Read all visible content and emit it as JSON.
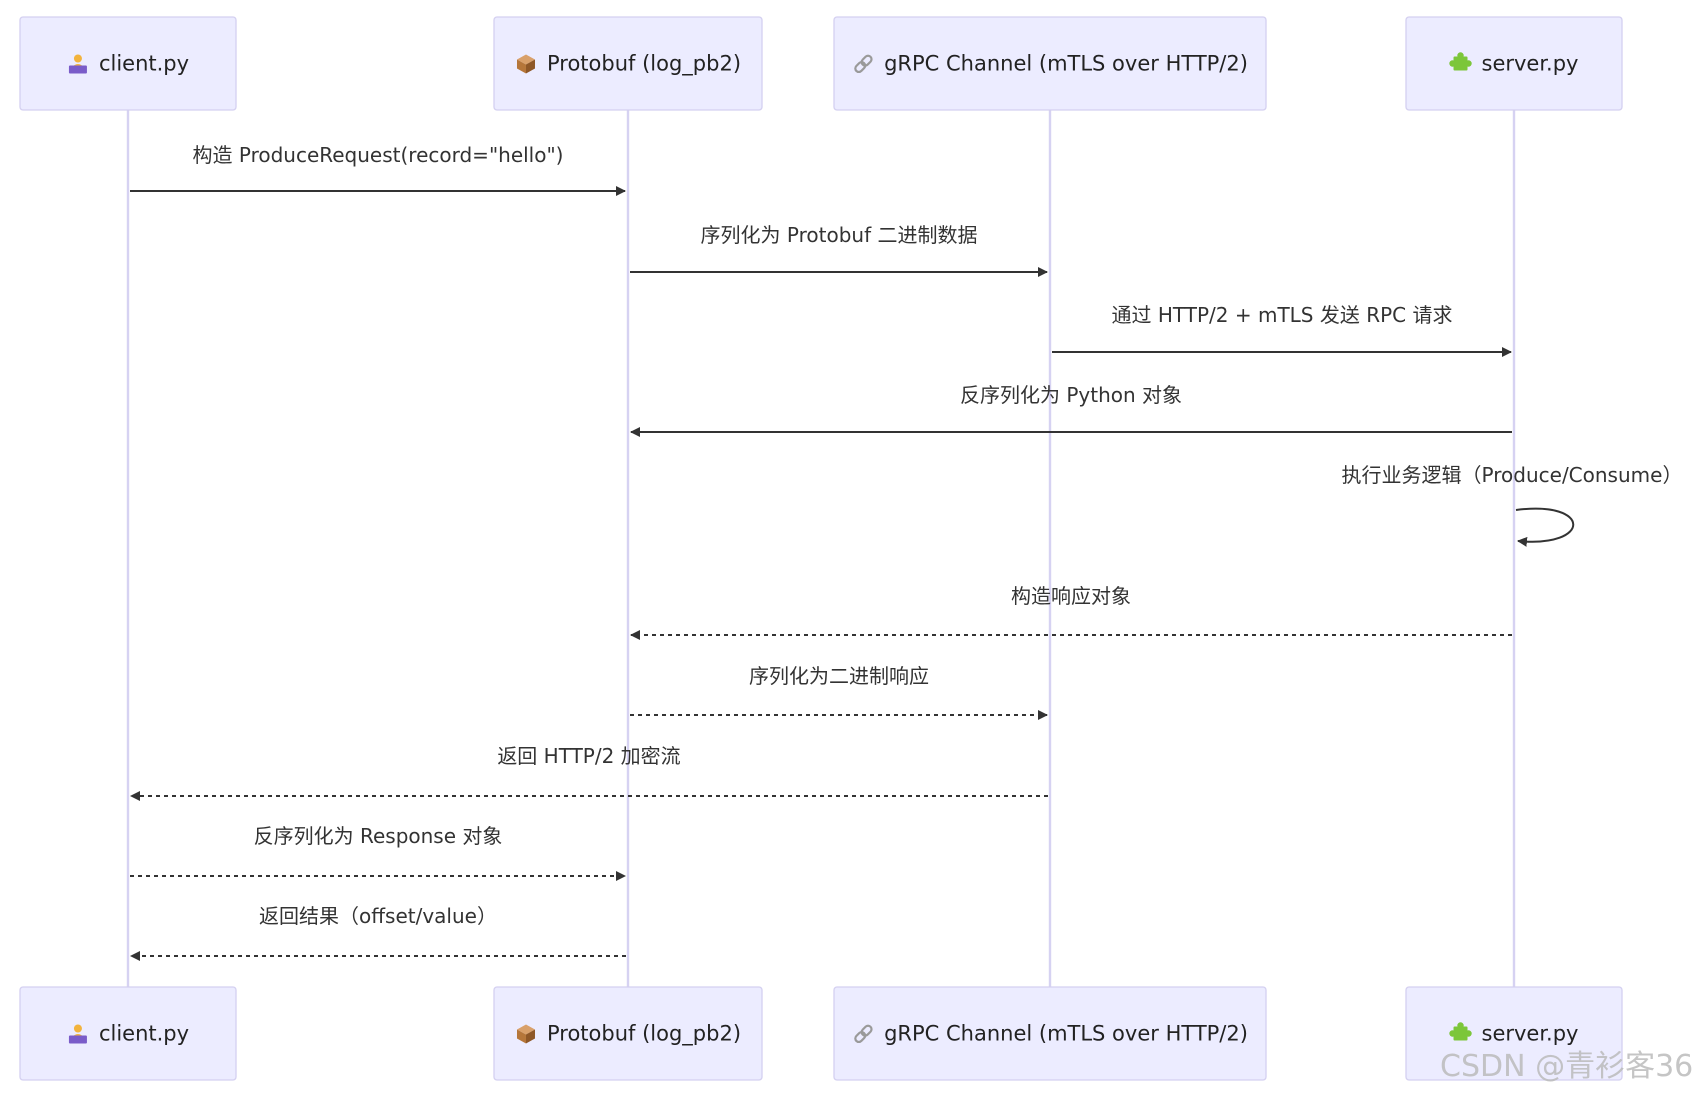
{
  "participants": [
    {
      "label": "client.py",
      "icon": "person-laptop-icon",
      "color": "#7A5CC9"
    },
    {
      "label": "Protobuf (log_pb2)",
      "icon": "package-icon",
      "color": "#B5763A"
    },
    {
      "label": "gRPC Channel (mTLS over HTTP/2)",
      "icon": "link-icon",
      "color": "#9A9A9A"
    },
    {
      "label": "server.py",
      "icon": "puzzle-icon",
      "color": "#7CC63A"
    }
  ],
  "messages": [
    {
      "from": 0,
      "to": 1,
      "text": "构造 ProduceRequest(record=\"hello\")",
      "style": "solid"
    },
    {
      "from": 1,
      "to": 2,
      "text": "序列化为 Protobuf 二进制数据",
      "style": "solid"
    },
    {
      "from": 2,
      "to": 3,
      "text": "通过 HTTP/2 + mTLS 发送 RPC 请求",
      "style": "solid"
    },
    {
      "from": 3,
      "to": 1,
      "text": "反序列化为 Python 对象",
      "style": "solid"
    },
    {
      "from": 3,
      "to": 3,
      "text": "执行业务逻辑（Produce/Consume）",
      "style": "solid"
    },
    {
      "from": 3,
      "to": 1,
      "text": "构造响应对象",
      "style": "dashed"
    },
    {
      "from": 1,
      "to": 2,
      "text": "序列化为二进制响应",
      "style": "dashed"
    },
    {
      "from": 2,
      "to": 0,
      "text": "返回 HTTP/2 加密流",
      "style": "dashed"
    },
    {
      "from": 0,
      "to": 1,
      "text": "反序列化为 Response 对象",
      "style": "dashed"
    },
    {
      "from": 1,
      "to": 0,
      "text": "返回结果（offset/value）",
      "style": "dashed"
    }
  ],
  "watermark": "CSDN @青衫客36"
}
